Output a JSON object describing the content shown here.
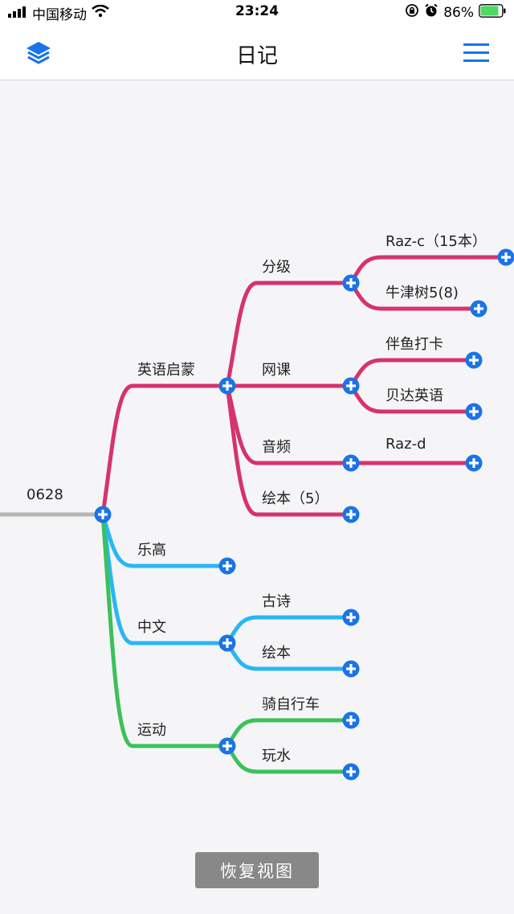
{
  "status_bar": {
    "carrier": "中国移动",
    "time": "23:24",
    "battery": "86%",
    "battery_level": 0.86
  },
  "nav": {
    "title": "日记",
    "left_icon": "layers-icon",
    "right_icon": "menu-icon"
  },
  "colors": {
    "accent": "#1a73e8",
    "english_branch": "#d6336c",
    "lego_chinese_branch": "#29b6f6",
    "sports_branch": "#3cc15a",
    "root_branch": "#b5b5b5"
  },
  "mindmap": {
    "root": "0628",
    "english": {
      "label": "英语启蒙",
      "graded": {
        "label": "分级",
        "raz_c": "Raz-c（15本）",
        "oxford": "牛津树5(8)"
      },
      "online": {
        "label": "网课",
        "banyu": "伴鱼打卡",
        "beida": "贝达英语"
      },
      "audio": {
        "label": "音频",
        "raz_d": "Raz-d"
      },
      "picture_books": {
        "label": "绘本（5）"
      }
    },
    "lego": {
      "label": "乐高"
    },
    "chinese": {
      "label": "中文",
      "poems": "古诗",
      "picture_books": "绘本"
    },
    "sports": {
      "label": "运动",
      "cycling": "骑自行车",
      "water": "玩水"
    }
  },
  "restore_button": "恢复视图"
}
